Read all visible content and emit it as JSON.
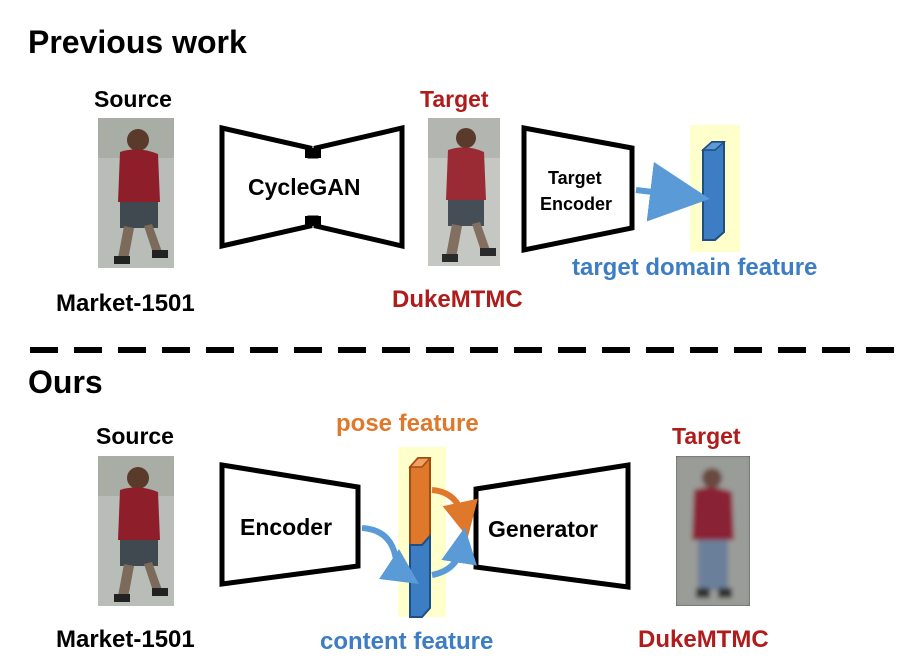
{
  "previous": {
    "heading": "Previous work",
    "source_label": "Source",
    "source_dataset": "Market-1501",
    "translator_label": "CycleGAN",
    "target_label": "Target",
    "target_dataset": "DukeMTMC",
    "encoder_label_line1": "Target",
    "encoder_label_line2": "Encoder",
    "feature_label": "target domain feature"
  },
  "ours": {
    "heading": "Ours",
    "source_label": "Source",
    "source_dataset": "Market-1501",
    "encoder_label": "Encoder",
    "pose_feature_label": "pose feature",
    "content_feature_label": "content feature",
    "generator_label": "Generator",
    "target_label": "Target",
    "target_dataset": "DukeMTMC"
  },
  "colors": {
    "target_red": "#b01c1c",
    "feature_blue": "#3c7dc4",
    "pose_orange": "#e0782b",
    "highlight_yellow": "#ffffcc"
  }
}
